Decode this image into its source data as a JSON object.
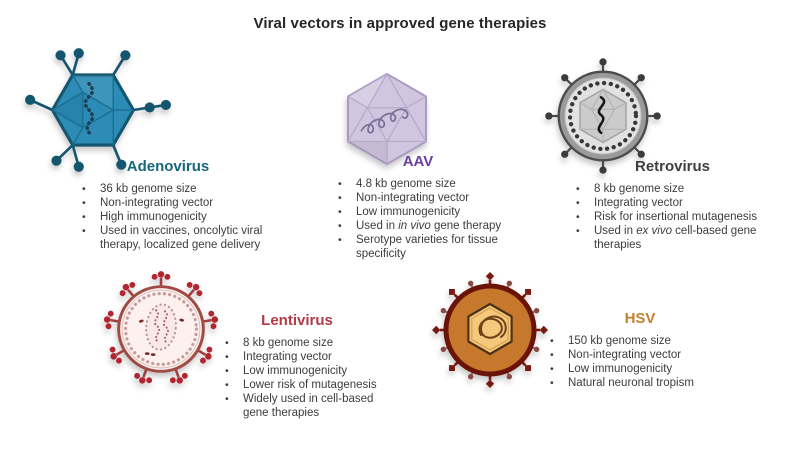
{
  "title": "Viral vectors in approved gene therapies",
  "viruses": [
    {
      "id": "adenovirus",
      "name": "Adenovirus",
      "icon": "adenovirus-icon",
      "accent_color": "#17677f",
      "bullets": [
        "36 kb genome size",
        "Non-integrating vector",
        "High immunogenicity",
        "Used in vaccines, oncolytic viral therapy, localized gene delivery"
      ]
    },
    {
      "id": "aav",
      "name": "AAV",
      "icon": "aav-icon",
      "accent_color": "#6b3fa0",
      "bullets": [
        "4.8 kb genome size",
        "Non-integrating vector",
        "Low immunogenicity",
        "Used in *in vivo* gene therapy",
        "Serotype varieties for tissue specificity"
      ]
    },
    {
      "id": "retrovirus",
      "name": "Retrovirus",
      "icon": "retrovirus-icon",
      "accent_color": "#3f3f3f",
      "bullets": [
        "8 kb genome size",
        "Integrating vector",
        "Risk for insertional mutagenesis",
        "Used in *ex vivo* cell-based gene therapies"
      ]
    },
    {
      "id": "lentivirus",
      "name": "Lentivirus",
      "icon": "lentivirus-icon",
      "accent_color": "#b23a49",
      "bullets": [
        "8 kb genome size",
        "Integrating vector",
        "Low immunogenicity",
        "Lower risk of mutagenesis",
        "Widely used in cell-based gene therapies"
      ]
    },
    {
      "id": "hsv",
      "name": "HSV",
      "icon": "hsv-icon",
      "accent_color": "#c5802e",
      "bullets": [
        "150 kb genome size",
        "Non-integrating vector",
        "Low immunogenicity",
        "Natural neuronal tropism"
      ]
    }
  ]
}
